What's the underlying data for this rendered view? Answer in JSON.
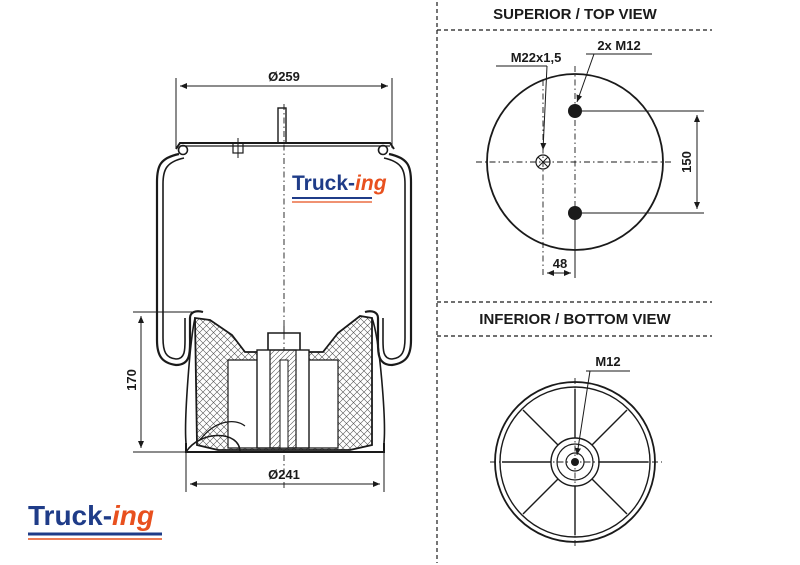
{
  "brand": {
    "logo_text_main": "Truck-",
    "logo_text_accent": "ing",
    "color_main": "#1f3c88",
    "color_accent": "#e8501e"
  },
  "top_view": {
    "title": "SUPERIOR / TOP VIEW",
    "thread_center": "M22x1,5",
    "thread_studs": "2x M12",
    "dim_vertical": "150",
    "dim_offset": "48"
  },
  "bottom_view": {
    "title": "INFERIOR / BOTTOM VIEW",
    "thread_center": "M12"
  },
  "side_view": {
    "dim_top_diameter": "Ø259",
    "dim_bottom_diameter": "Ø241",
    "dim_height": "170",
    "body_logo_main": "Truck-",
    "body_logo_accent": "ing"
  }
}
